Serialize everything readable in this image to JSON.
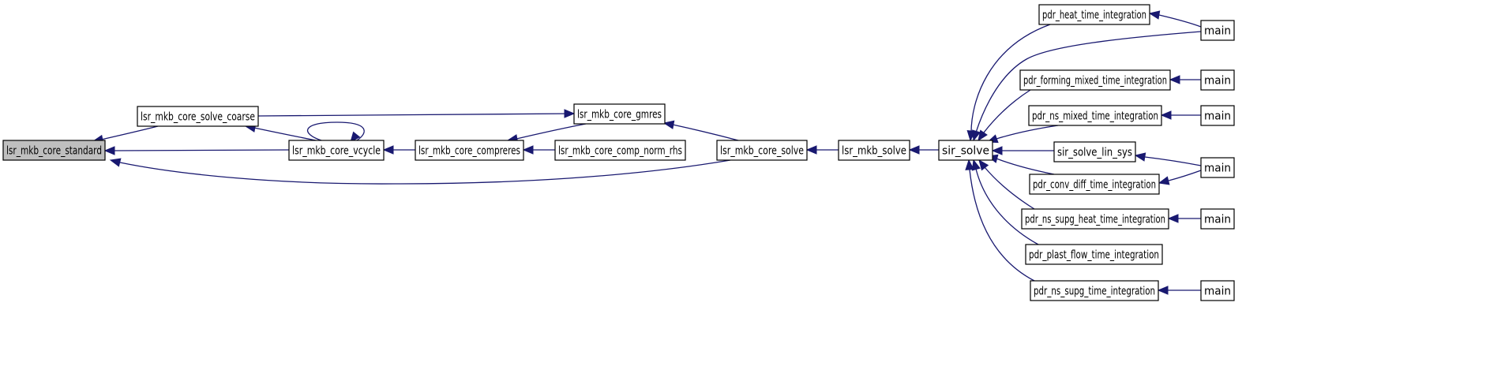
{
  "graph": {
    "kind": "caller-graph",
    "colors": {
      "edge": "#191970",
      "node_border": "#000000",
      "node_fill": "#ffffff",
      "current_fill": "#bfbfbf",
      "background": "#ffffff"
    },
    "nodes": [
      {
        "id": "n_standard",
        "label": "lsr_mkb_core_standard",
        "current": true
      },
      {
        "id": "n_solve_coarse",
        "label": "lsr_mkb_core_solve_coarse"
      },
      {
        "id": "n_vcycle",
        "label": "lsr_mkb_core_vcycle"
      },
      {
        "id": "n_compreres",
        "label": "lsr_mkb_core_compreres"
      },
      {
        "id": "n_comp_norm_rhs",
        "label": "lsr_mkb_core_comp_norm_rhs"
      },
      {
        "id": "n_gmres",
        "label": "lsr_mkb_core_gmres"
      },
      {
        "id": "n_core_solve",
        "label": "lsr_mkb_core_solve"
      },
      {
        "id": "n_mkb_solve",
        "label": "lsr_mkb_solve"
      },
      {
        "id": "n_sir_solve",
        "label": "sir_solve"
      },
      {
        "id": "n_heat",
        "label": "pdr_heat_time_integration"
      },
      {
        "id": "n_forming",
        "label": "pdr_forming_mixed_time_integration"
      },
      {
        "id": "n_ns_mixed",
        "label": "pdr_ns_mixed_time_integration"
      },
      {
        "id": "n_lin_sys",
        "label": "sir_solve_lin_sys"
      },
      {
        "id": "n_conv_diff",
        "label": "pdr_conv_diff_time_integration"
      },
      {
        "id": "n_supg_heat",
        "label": "pdr_ns_supg_heat_time_integration"
      },
      {
        "id": "n_plast",
        "label": "pdr_plast_flow_time_integration"
      },
      {
        "id": "n_supg",
        "label": "pdr_ns_supg_time_integration"
      },
      {
        "id": "n_main1",
        "label": "main"
      },
      {
        "id": "n_main2",
        "label": "main"
      },
      {
        "id": "n_main3",
        "label": "main"
      },
      {
        "id": "n_main4",
        "label": "main"
      },
      {
        "id": "n_main5",
        "label": "main"
      },
      {
        "id": "n_main6",
        "label": "main"
      }
    ],
    "edges": [
      {
        "caller": "n_solve_coarse",
        "callee": "n_standard"
      },
      {
        "caller": "n_vcycle",
        "callee": "n_standard"
      },
      {
        "caller": "n_core_solve",
        "callee": "n_standard"
      },
      {
        "caller": "n_vcycle",
        "callee": "n_solve_coarse"
      },
      {
        "caller": "n_vcycle",
        "callee": "n_vcycle"
      },
      {
        "caller": "n_compreres",
        "callee": "n_vcycle"
      },
      {
        "caller": "n_gmres",
        "callee": "n_compreres"
      },
      {
        "caller": "n_comp_norm_rhs",
        "callee": "n_compreres"
      },
      {
        "caller": "n_gmres",
        "callee": "n_solve_coarse"
      },
      {
        "caller": "n_core_solve",
        "callee": "n_gmres"
      },
      {
        "caller": "n_mkb_solve",
        "callee": "n_core_solve"
      },
      {
        "caller": "n_sir_solve",
        "callee": "n_mkb_solve"
      },
      {
        "caller": "n_heat",
        "callee": "n_sir_solve"
      },
      {
        "caller": "n_main1",
        "callee": "n_sir_solve"
      },
      {
        "caller": "n_forming",
        "callee": "n_sir_solve"
      },
      {
        "caller": "n_ns_mixed",
        "callee": "n_sir_solve"
      },
      {
        "caller": "n_lin_sys",
        "callee": "n_sir_solve"
      },
      {
        "caller": "n_conv_diff",
        "callee": "n_sir_solve"
      },
      {
        "caller": "n_supg_heat",
        "callee": "n_sir_solve"
      },
      {
        "caller": "n_plast",
        "callee": "n_sir_solve"
      },
      {
        "caller": "n_supg",
        "callee": "n_sir_solve"
      },
      {
        "caller": "n_main1",
        "callee": "n_heat"
      },
      {
        "caller": "n_main2",
        "callee": "n_forming"
      },
      {
        "caller": "n_main3",
        "callee": "n_ns_mixed"
      },
      {
        "caller": "n_main4",
        "callee": "n_lin_sys"
      },
      {
        "caller": "n_main4",
        "callee": "n_conv_diff"
      },
      {
        "caller": "n_main5",
        "callee": "n_supg_heat"
      },
      {
        "caller": "n_main6",
        "callee": "n_supg"
      }
    ]
  }
}
